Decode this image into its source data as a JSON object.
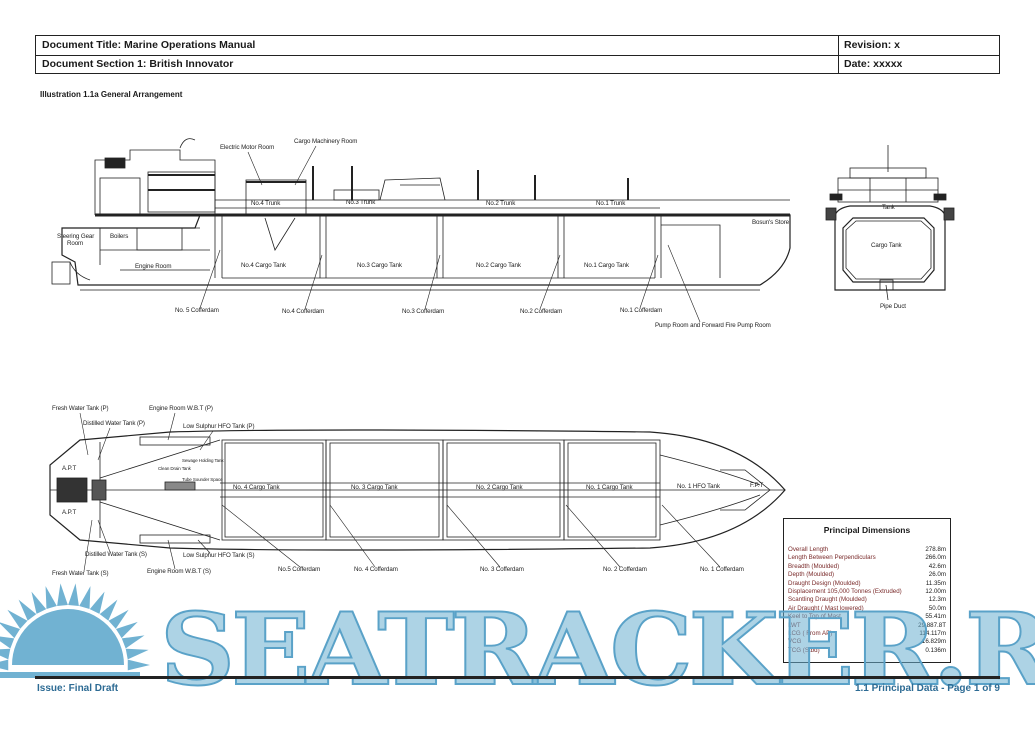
{
  "header": {
    "doc_title": "Document Title: Marine Operations Manual",
    "doc_section": "Document Section 1: British Innovator",
    "revision": "Revision: x",
    "date": "Date: xxxxx"
  },
  "illustration_title": "Illustration 1.1a General Arrangement",
  "profile_labels": {
    "electric_motor_room": "Electric Motor Room",
    "cargo_machinery_room": "Cargo Machinery Room",
    "trunk4": "No.4 Trunk",
    "trunk3": "No.3 Trunk",
    "trunk2": "No.2 Trunk",
    "trunk1": "No.1 Trunk",
    "bosuns_store": "Bosun's Store",
    "steering_gear_1": "Steering Gear",
    "steering_gear_2": "Room",
    "boilers": "Boilers",
    "engine_room": "Engine Room",
    "tank4": "No.4 Cargo Tank",
    "tank3": "No.3 Cargo Tank",
    "tank2": "No.2 Cargo Tank",
    "tank1": "No.1 Cargo Tank",
    "coff5": "No. 5 Cofferdam",
    "coff4": "No.4 Cofferdam",
    "coff3": "No.3 Cofferdam",
    "coff2": "No.2 Cofferdam",
    "coff1": "No.1 Cofferdam",
    "pump_room": "Pump Room and Forward Fire Pump Room"
  },
  "section_labels": {
    "tank": "Tank",
    "cargo_tank": "Cargo Tank",
    "pipe_duct": "Pipe Duct"
  },
  "plan_labels": {
    "fw_p": "Fresh Water Tank (P)",
    "erwbt_p": "Engine Room W.B.T (P)",
    "dw_p": "Distilled Water Tank (P)",
    "lshfo_p": "Low Sulphur HFO Tank (P)",
    "apt_p": "A.P.T",
    "apt_s": "A.P.T",
    "clean_drain": "Clean Drain Tank",
    "sewage": "Sewage Holding Tank",
    "tube_sounder": "Tube Sounder Space",
    "tank4": "No. 4 Cargo Tank",
    "tank3": "No. 3 Cargo Tank",
    "tank2": "No. 2 Cargo Tank",
    "tank1": "No. 1 Cargo Tank",
    "hfo1": "No. 1 HFO Tank",
    "fpt": "F.P.T",
    "dw_s": "Distilled Water Tank (S)",
    "lshfo_s": "Low Sulphur HFO Tank (S)",
    "erwbt_s": "Engine Room W.B.T (S)",
    "fw_s": "Fresh Water Tank (S)",
    "coff5": "No.5 Cofferdam",
    "coff4": "No. 4 Cofferdam",
    "coff3": "No. 3 Cofferdam",
    "coff2": "No. 2 Cofferdam",
    "coff1": "No. 1 Cofferdam"
  },
  "principal_dimensions": {
    "title": "Principal Dimensions",
    "items": [
      {
        "label": "Overall Length",
        "value": "278.8m"
      },
      {
        "label": "Length Between Perpendiculars",
        "value": "266.0m"
      },
      {
        "label": "Breadth (Moulded)",
        "value": "42.6m"
      },
      {
        "label": "Depth (Moulded)",
        "value": "26.0m"
      },
      {
        "label": "Draught Design (Moulded)",
        "value": "11.35m"
      },
      {
        "label": "Displacement 105,000 Tonnes (Extruded)",
        "value": "12.00m"
      },
      {
        "label": "Scantling Draught (Moulded)",
        "value": "12.3m"
      },
      {
        "label": "Air Draught ( Mast lowered)",
        "value": "50.0m"
      },
      {
        "label": "Keel to Top of Mast",
        "value": "55.41m"
      },
      {
        "label": "LWT",
        "value": "29,887.8T"
      },
      {
        "label": "LCG ( From AP)",
        "value": "114.117m"
      },
      {
        "label": "VCG",
        "value": "16.829m"
      },
      {
        "label": "TCG (Stbd)",
        "value": "0.136m"
      }
    ]
  },
  "footer": {
    "issue": "Issue: Final Draft",
    "page": "1.1 Principal Data - Page 1 of 9"
  },
  "watermark": {
    "text": "SEATRACKER.RU",
    "color": "#5aa2c8"
  }
}
